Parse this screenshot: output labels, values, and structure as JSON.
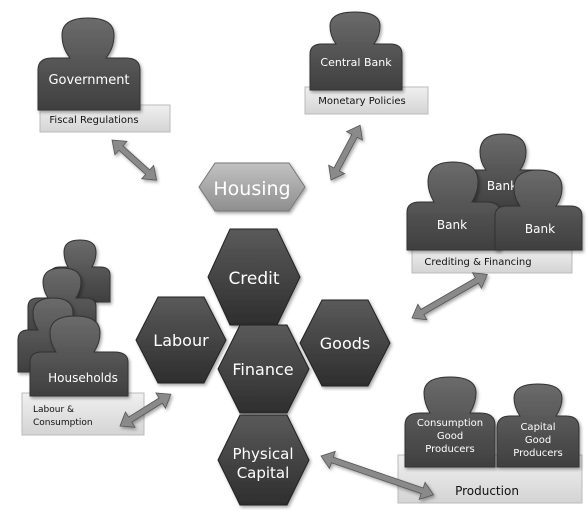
{
  "actors": {
    "government": {
      "name": "Government",
      "caption": "Fiscal Regulations"
    },
    "central_bank": {
      "name": "Central Bank",
      "caption": "Monetary Policies"
    },
    "banks": {
      "names": [
        "Bank",
        "Bank",
        "Bank"
      ],
      "caption": "Crediting & Financing"
    },
    "households": {
      "name": "Households",
      "caption_line1": "Labour &",
      "caption_line2": "Consumption"
    },
    "producers": {
      "consumption_line1": "Consumption",
      "consumption_line2": "Good",
      "consumption_line3": "Producers",
      "capital_line1": "Capital",
      "capital_line2": "Good",
      "capital_line3": "Producers",
      "caption": "Production"
    }
  },
  "hexagons": {
    "housing": "Housing",
    "credit": "Credit",
    "labour": "Labour",
    "goods": "Goods",
    "finance": "Finance",
    "physical_capital_line1": "Physical",
    "physical_capital_line2": "Capital"
  },
  "colors": {
    "figure": "#555555",
    "hex_dark": "#3e3e3e",
    "hex_light": "#a6a6a6",
    "panel": "#e3e3e3",
    "arrow": "#8a8a8a"
  }
}
